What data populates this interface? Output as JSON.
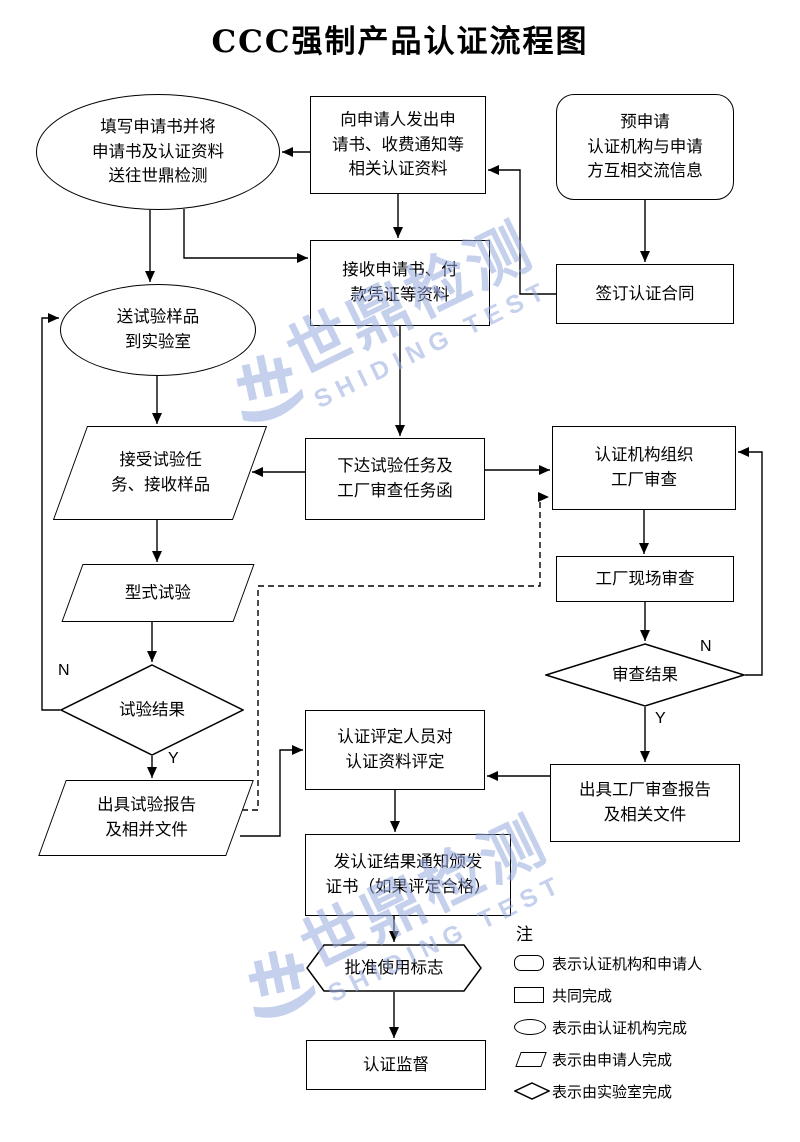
{
  "title": "CCC强制产品认证流程图",
  "nodes": {
    "fill_application": "填写申请书并将\n申请书及认证资料\n送往世鼎检测",
    "send_application": "向申请人发出申\n请书、收费通知等\n相关认证资料",
    "pre_application": "预申请\n认证机构与申请\n方互相交流信息",
    "sign_contract": "签订认证合同",
    "receive_application": "接收申请书、付\n款凭证等资料",
    "send_sample": "送试验样品\n到实验室",
    "accept_task": "接受试验任\n务、接收样品",
    "assign_task": "下达试验任务及\n工厂审查任务函",
    "org_audit": "认证机构组织\n工厂审查",
    "onsite_audit": "工厂现场审查",
    "audit_result": "审查结果",
    "type_test": "型式试验",
    "test_result": "试验结果",
    "test_report": "出具试验报告\n及相并文件",
    "evaluate": "认证评定人员对\n认证资料评定",
    "factory_report": "出具工厂审查报告\n及相关文件",
    "issue_cert": "发认证结果通知颁发\n证书（如果评定合格）",
    "approve_mark": "批准使用标志",
    "supervision": "认证监督"
  },
  "labels": {
    "n1": "N",
    "y1": "Y",
    "n2": "N",
    "y2": "Y"
  },
  "legend": {
    "note": "注",
    "items": [
      {
        "shape": "roundrect",
        "text": "表示认证机构和申请人"
      },
      {
        "shape": "rect",
        "text": "共同完成"
      },
      {
        "shape": "ellipse",
        "text": "表示由认证机构完成"
      },
      {
        "shape": "parallelogram",
        "text": "表示由申请人完成"
      },
      {
        "shape": "diamond",
        "text": "表示由实验室完成"
      }
    ]
  },
  "watermark": {
    "cn": "世鼎检测",
    "en": "SHIDING TEST"
  },
  "colors": {
    "line": "#000000",
    "watermark": "#97aadf",
    "background": "#ffffff"
  }
}
